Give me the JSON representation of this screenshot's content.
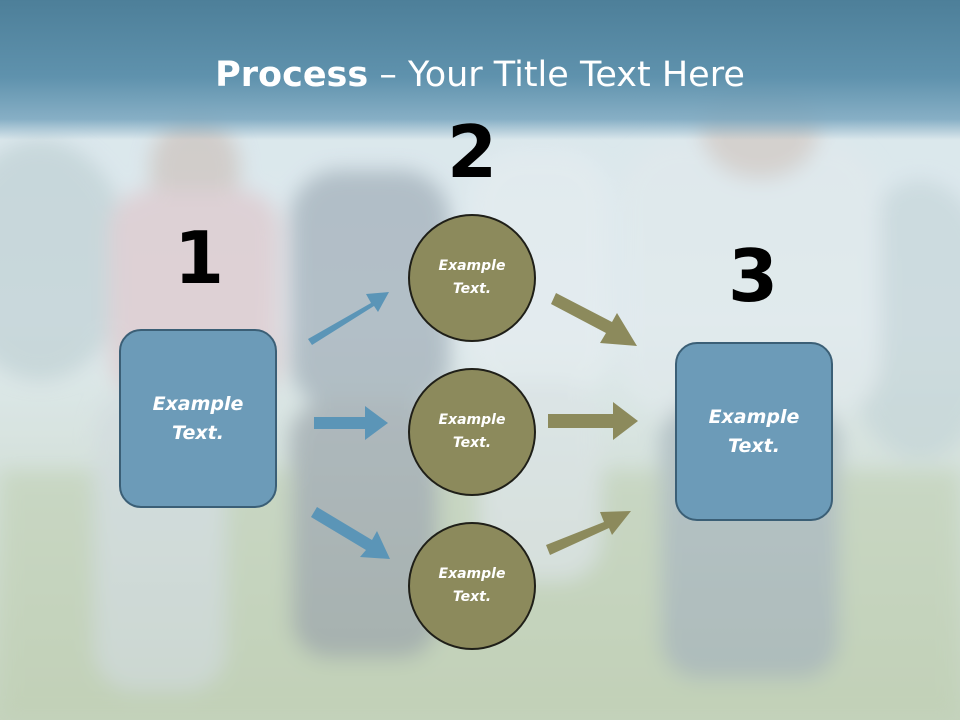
{
  "title": {
    "bold": "Process",
    "rest": " – Your Title Text Here"
  },
  "steps": [
    {
      "number": "1",
      "box_text": "Example\nText."
    },
    {
      "number": "2"
    },
    {
      "number": "3",
      "box_text": "Example\nText."
    }
  ],
  "circles": [
    {
      "text": "Example\nText."
    },
    {
      "text": "Example\nText."
    },
    {
      "text": "Example\nText."
    }
  ],
  "colors": {
    "header": "#5a8ba6",
    "box_fill": "#6c9bb8",
    "circle_fill": "#8c8a5c",
    "blue_arrow": "#5b95b7",
    "olive_arrow": "#8c8a5c"
  }
}
